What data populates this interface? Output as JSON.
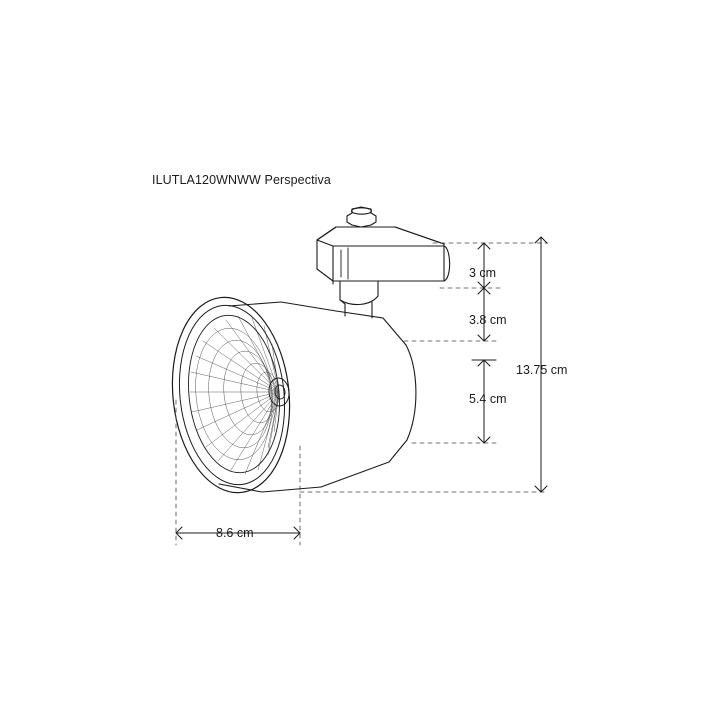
{
  "title": "ILUTLA120WNWW Perspectiva",
  "product": {
    "code": "ILUTLA120WNWW",
    "view": "Perspectiva"
  },
  "dimensions": {
    "segment_top": "3 cm",
    "segment_middle": "3.8 cm",
    "segment_bottom": "5.4 cm",
    "total_height": "13.75 cm",
    "width": "8.6 cm"
  },
  "colors": {
    "line": "#1b1b1b",
    "background": "#ffffff",
    "text": "#1b1b1b"
  },
  "chart_data": {
    "type": "table",
    "title": "ILUTLA120WNWW Perspectiva",
    "categories": [
      "3 cm",
      "3.8 cm",
      "5.4 cm",
      "13.75 cm",
      "8.6 cm"
    ],
    "values": [
      3,
      3.8,
      5.4,
      13.75,
      8.6
    ],
    "xlabel": "",
    "ylabel": "cm"
  }
}
